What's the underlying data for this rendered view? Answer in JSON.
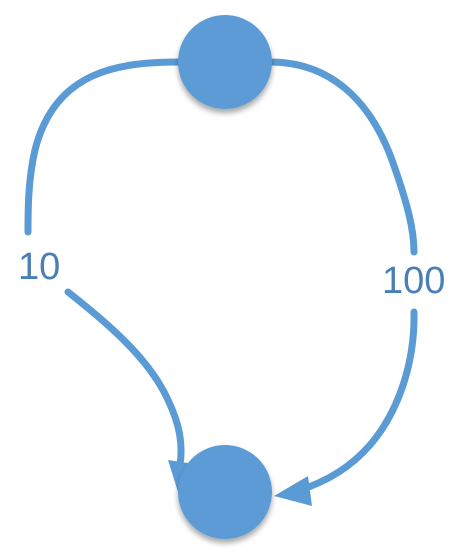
{
  "colors": {
    "node_fill": "#5b9bd5",
    "edge_stroke": "#5b9bd5",
    "label_text": "#4a7fb5",
    "shadow": "#c8c8c8"
  },
  "nodes": [
    {
      "id": "top-node",
      "label": ""
    },
    {
      "id": "bottom-node",
      "label": ""
    }
  ],
  "edges": [
    {
      "id": "left-edge",
      "from": "top-node",
      "to": "bottom-node",
      "weight_label": "10"
    },
    {
      "id": "right-edge",
      "from": "top-node",
      "to": "bottom-node",
      "weight_label": "100"
    }
  ]
}
